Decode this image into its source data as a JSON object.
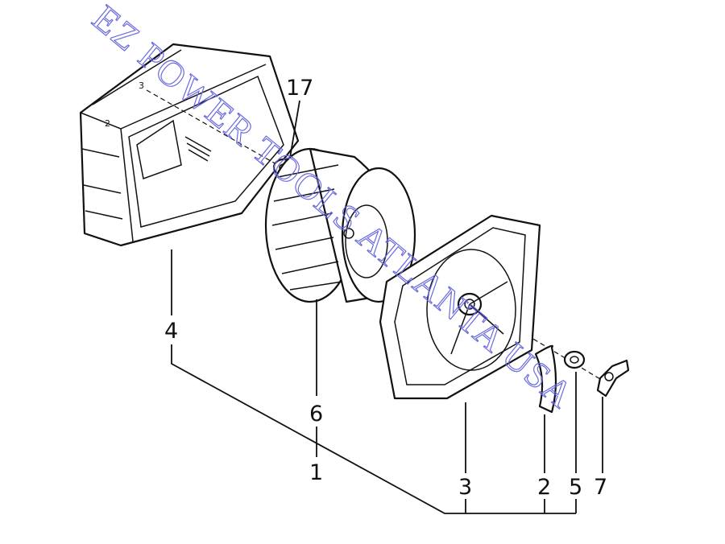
{
  "watermark": {
    "text": "EZ POWER TOOLS ATLANTA USA",
    "color": "#6a6ae0"
  },
  "callouts": {
    "p1": "1",
    "p2": "2",
    "p3": "3",
    "p4": "4",
    "p5": "5",
    "p6": "6",
    "p7": "7",
    "p17": "17"
  },
  "case_marks": {
    "top": "3",
    "side": "2"
  },
  "colors": {
    "line": "#111111",
    "background": "#ffffff",
    "watermark": "#6a6ae0"
  }
}
